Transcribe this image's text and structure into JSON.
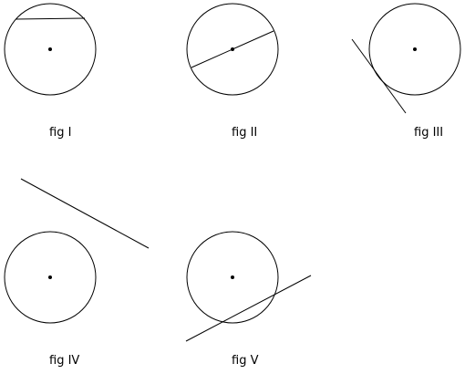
{
  "figures": [
    {
      "label": "fig I"
    },
    {
      "label": "fig II"
    },
    {
      "label": "fig III"
    },
    {
      "label": "fig IV"
    },
    {
      "label": "fig V"
    }
  ],
  "colors": {
    "stroke": "#000000",
    "background": "#ffffff"
  }
}
